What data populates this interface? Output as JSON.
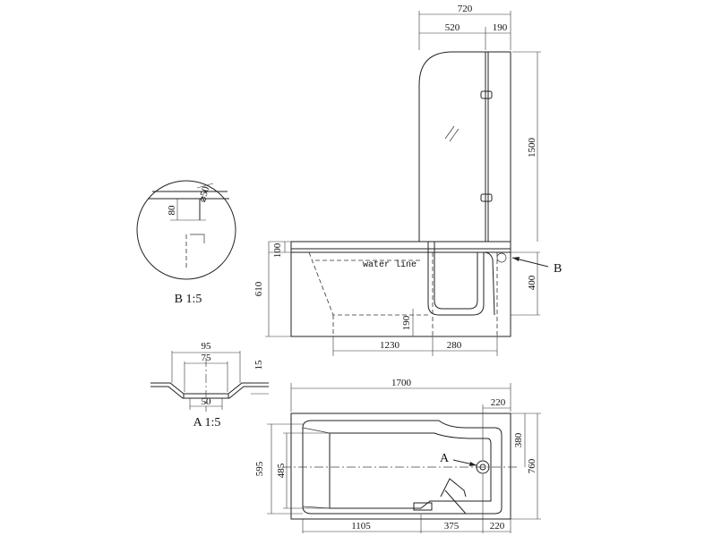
{
  "dimensions": {
    "screen_total_width": "720",
    "screen_left_width": "520",
    "screen_right_width": "190",
    "screen_height": "1500",
    "rim_height": "100",
    "total_height": "610",
    "inner_depth": "400",
    "seat_height": "190",
    "inner_length": "1230",
    "step_width": "280",
    "total_length": "1700",
    "drain_offset": "220",
    "width_outer": "760",
    "width_inner": "595",
    "inner_width": "485",
    "drain_from_side": "380",
    "len_1105": "1105",
    "len_375": "375",
    "len_220": "220",
    "detail_a_95": "95",
    "detail_a_75": "75",
    "detail_a_15": "15",
    "detail_a_50": "50",
    "detail_b_80": "80",
    "detail_b_diam": "⌀50"
  },
  "labels": {
    "water_line": "water line",
    "callout_b": "B",
    "callout_a": "A",
    "detail_b_title": "B 1:5",
    "detail_a_title": "A 1:5"
  }
}
